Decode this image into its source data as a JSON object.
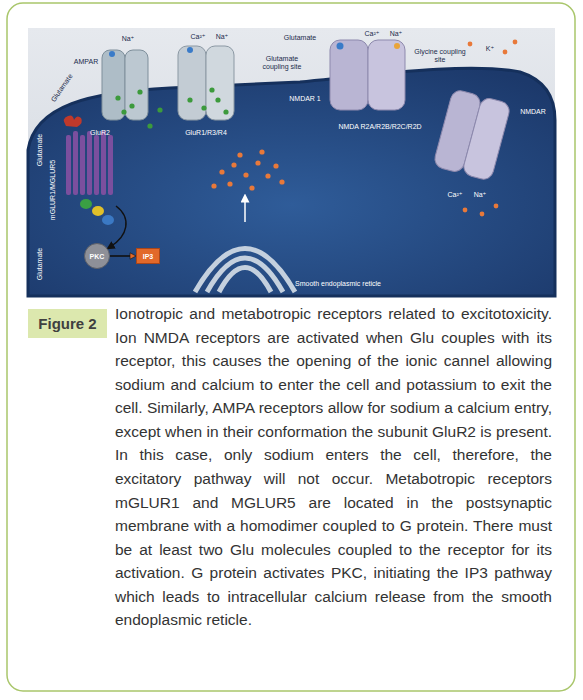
{
  "diagram": {
    "caption": "Ionotropic and metabotropic receptors related to excitotoxicity. Ion NMDA receptors are activated when Glu couples with its receptor, this causes the opening of the ionic cannel allowing sodium and calcium to enter the cell and potassium to exit the cell. Similarly, AMPA receptors allow for sodium a calcium entry, except when in their conformation the subunit GluR2 is present. In this case, only sodium enters the cell, therefore, the excitatory pathway will not occur. Metabotropic receptors mGLUR1 and MGLUR5 are located in the postsynaptic membrane with a homodimer coupled to G protein. There must be at least two Glu molecules coupled to the receptor for its activation. G protein activates PKC, initiating the IP3 pathway which leads to intracellular calcium release from the smooth endoplasmic reticle.",
    "nodes": [
      {
        "text": [
          "PKC"
        ]
      },
      {
        "text": [
          "IP3"
        ]
      },
      {
        "text": [
          "Figure 2"
        ]
      }
    ],
    "edges": [
      {
        "from": 0,
        "to": 1,
        "arrow": "to"
      }
    ],
    "labels": [
      "Na⁺",
      "Glutamate",
      "AMPAR",
      "Ca²⁺",
      "Na⁺",
      "GluR2",
      "GluR1/R3/R4",
      "Glutamate",
      "Glutamate coupling site",
      "Ca²⁺",
      "Na⁺",
      "Glycine coupling site",
      "NMDAR 1",
      "NMDA R2A/R2B/R2C/R2D",
      "K⁺",
      "NMDAR",
      "Ca²⁺",
      "Na⁺",
      "Glutamate",
      "mGLUR1/MGLUR5",
      "Glutamate",
      "Smooth endoplasmic reticle"
    ]
  }
}
